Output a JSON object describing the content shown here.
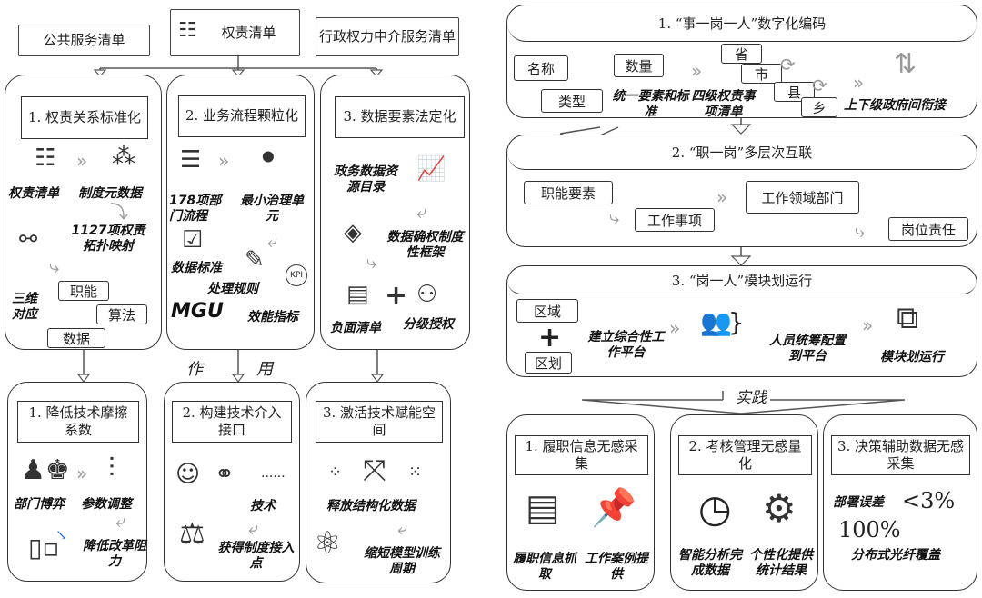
{
  "top_lists": {
    "public": "公共服务清单",
    "duty": "权责清单",
    "intermediary": "行政权力中介服务清单"
  },
  "left_top": [
    {
      "title": "1. 权责关系标准化",
      "labels": [
        "权责清单",
        "制度元数据",
        "1127项权责拓扑映射",
        "三维对应"
      ],
      "nodes": [
        "职能",
        "算法",
        "数据"
      ]
    },
    {
      "title": "2. 业务流程颗粒化",
      "labels": [
        "178项部门流程",
        "最小治理单元",
        "数据标准",
        "处理规则",
        "效能指标",
        "MGU"
      ],
      "kpi": "KPI"
    },
    {
      "title": "3. 数据要素法定化",
      "labels": [
        "政务数据资源目录",
        "数据确权制度性框架",
        "负面清单",
        "分级授权"
      ]
    }
  ],
  "effect_label": [
    "作",
    "用"
  ],
  "left_bottom": [
    {
      "title": "1. 降低技术摩擦系数",
      "labels": [
        "部门博弈",
        "参数调整",
        "降低改革阻力"
      ]
    },
    {
      "title": "2. 构建技术介入接口",
      "labels": [
        "技术",
        "获得制度接入点"
      ],
      "ellipsis": "......"
    },
    {
      "title": "3. 激活技术赋能空间",
      "labels": [
        "释放结构化数据",
        "缩短模型训练周期"
      ]
    }
  ],
  "right_panels": [
    {
      "title": "1. “事一岗一人”数字化编码",
      "elements": [
        "名称",
        "数量",
        "类型"
      ],
      "levels": [
        "省",
        "市",
        "县",
        "乡"
      ],
      "labels": [
        "统一要素和标准",
        "四级权责事项清单",
        "上下级政府间衔接"
      ]
    },
    {
      "title": "2. “职一岗”多层次互联",
      "nodes": [
        "职能要素",
        "工作事项",
        "工作领域部门",
        "岗位责任"
      ]
    },
    {
      "title": "3. “岗一人”模块划运行",
      "nodes": [
        "区域",
        "区划"
      ],
      "labels": [
        "建立综合性工作平台",
        "人员统筹配置到平台",
        "模块划运行"
      ]
    }
  ],
  "practice_label": "实践",
  "right_bottom": [
    {
      "title": "1. 履职信息无感采集",
      "labels": [
        "履职信息抓取",
        "工作案例提供"
      ]
    },
    {
      "title": "2. 考核管理无感量化",
      "labels": [
        "智能分析完成数据",
        "个性化提供统计结果"
      ]
    },
    {
      "title": "3. 决策辅助数据无感采集",
      "labels": [
        "部署误差",
        "分布式光纤覆盖"
      ],
      "values": [
        "<3%",
        "100%"
      ]
    }
  ],
  "colors": {
    "line": "#333333",
    "arrow": "#999999",
    "accent": "#1e6fd9"
  }
}
